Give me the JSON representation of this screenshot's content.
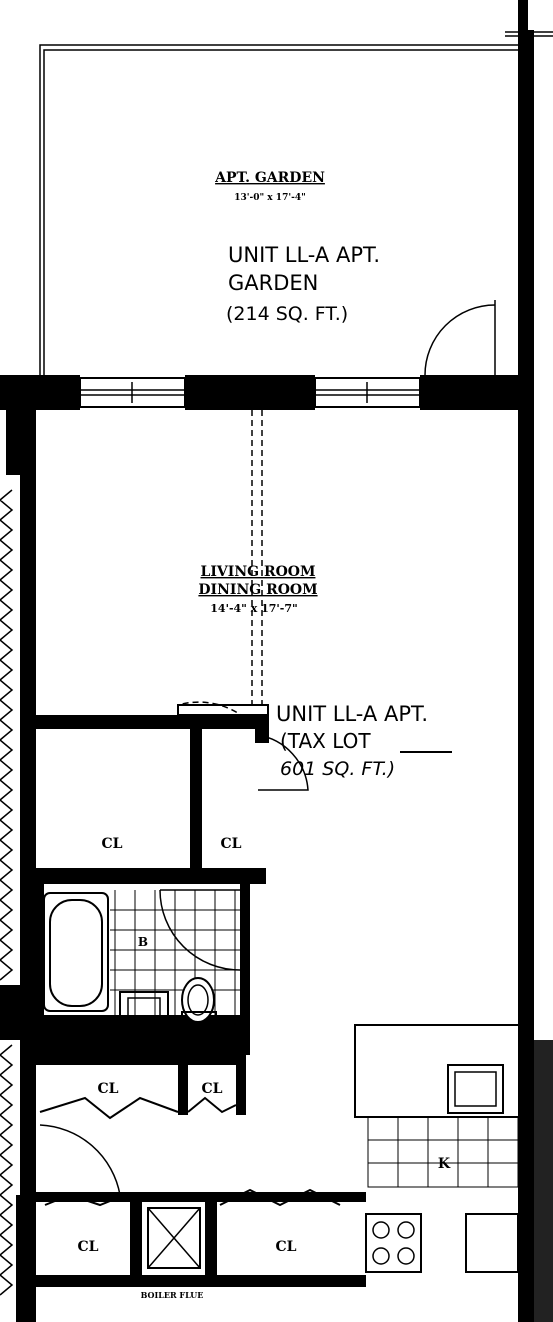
{
  "garden": {
    "title": "APT. GARDEN",
    "dims": "13'-0\" x 17'-4\"",
    "unit_line1": "UNIT LL-A APT.",
    "unit_line2": "GARDEN",
    "unit_area": "(214 SQ. FT.)"
  },
  "living": {
    "title1": "LIVING ROOM",
    "title2": "DINING ROOM",
    "dims": "14'-4\" x 17'-7\"",
    "unit_line1": "UNIT LL-A APT.",
    "unit_line2": "(TAX LOT",
    "unit_area": "601 SQ. FT.)"
  },
  "closets": [
    "CL",
    "CL",
    "CL",
    "CL",
    "CL",
    "CL"
  ],
  "bath_label": "B",
  "kitchen_label": "K",
  "boiler_label": "BOILER FLUE"
}
